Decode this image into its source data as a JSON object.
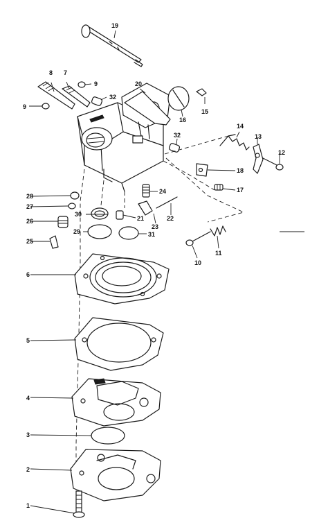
{
  "callouts": {
    "c1": "1",
    "c2": "2",
    "c3": "3",
    "c4": "4",
    "c5": "5",
    "c6": "6",
    "c7": "7",
    "c8": "8",
    "c9a": "9",
    "c9b": "9",
    "c10": "10",
    "c11": "11",
    "c12": "12",
    "c13": "13",
    "c14": "14",
    "c15": "15",
    "c16": "16",
    "c17": "17",
    "c18": "18",
    "c19": "19",
    "c20": "20",
    "c21": "21",
    "c22": "22",
    "c23": "23",
    "c24": "24",
    "c25": "25",
    "c26": "26",
    "c27": "27",
    "c28": "28",
    "c29": "29",
    "c30": "30",
    "c31": "31",
    "c32a": "32",
    "c32b": "32"
  }
}
